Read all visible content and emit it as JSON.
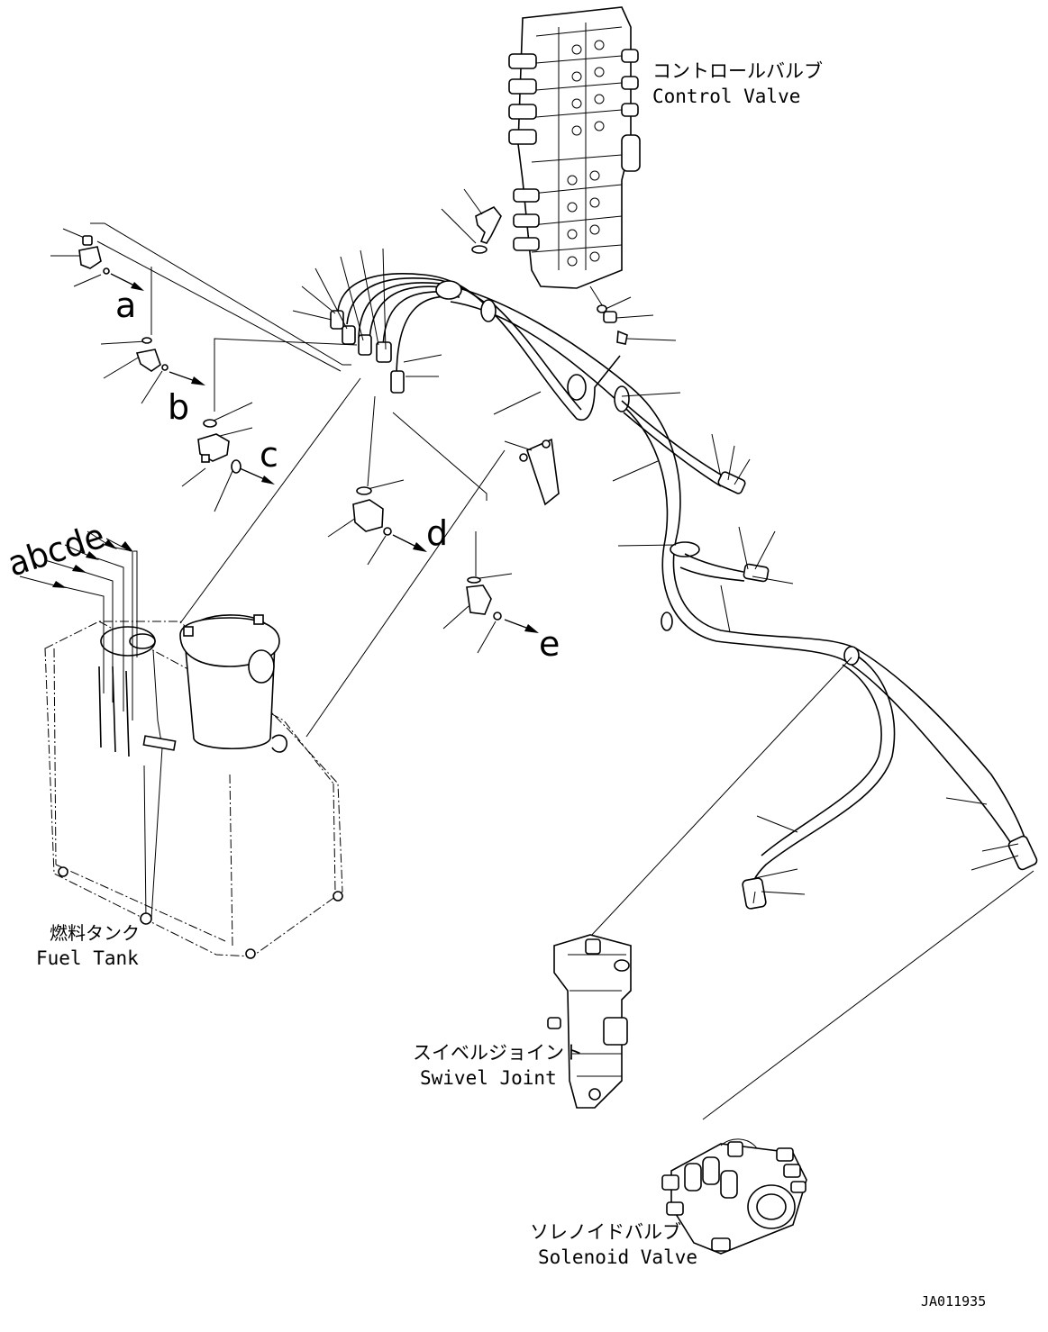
{
  "labels": {
    "control_valve_ja": "コントロールバルブ",
    "control_valve_en": "Control Valve",
    "fuel_tank_ja": "燃料タンク",
    "fuel_tank_en": "Fuel Tank",
    "swivel_joint_ja": "スイベルジョイント",
    "swivel_joint_en": "Swivel Joint",
    "solenoid_valve_ja": "ソレノイドバルブ",
    "solenoid_valve_en": "Solenoid Valve"
  },
  "connection_letters": {
    "a": "a",
    "b": "b",
    "c": "c",
    "d": "d",
    "e": "e"
  },
  "tank_letters": "abcde",
  "drawing_code": "JA011935"
}
